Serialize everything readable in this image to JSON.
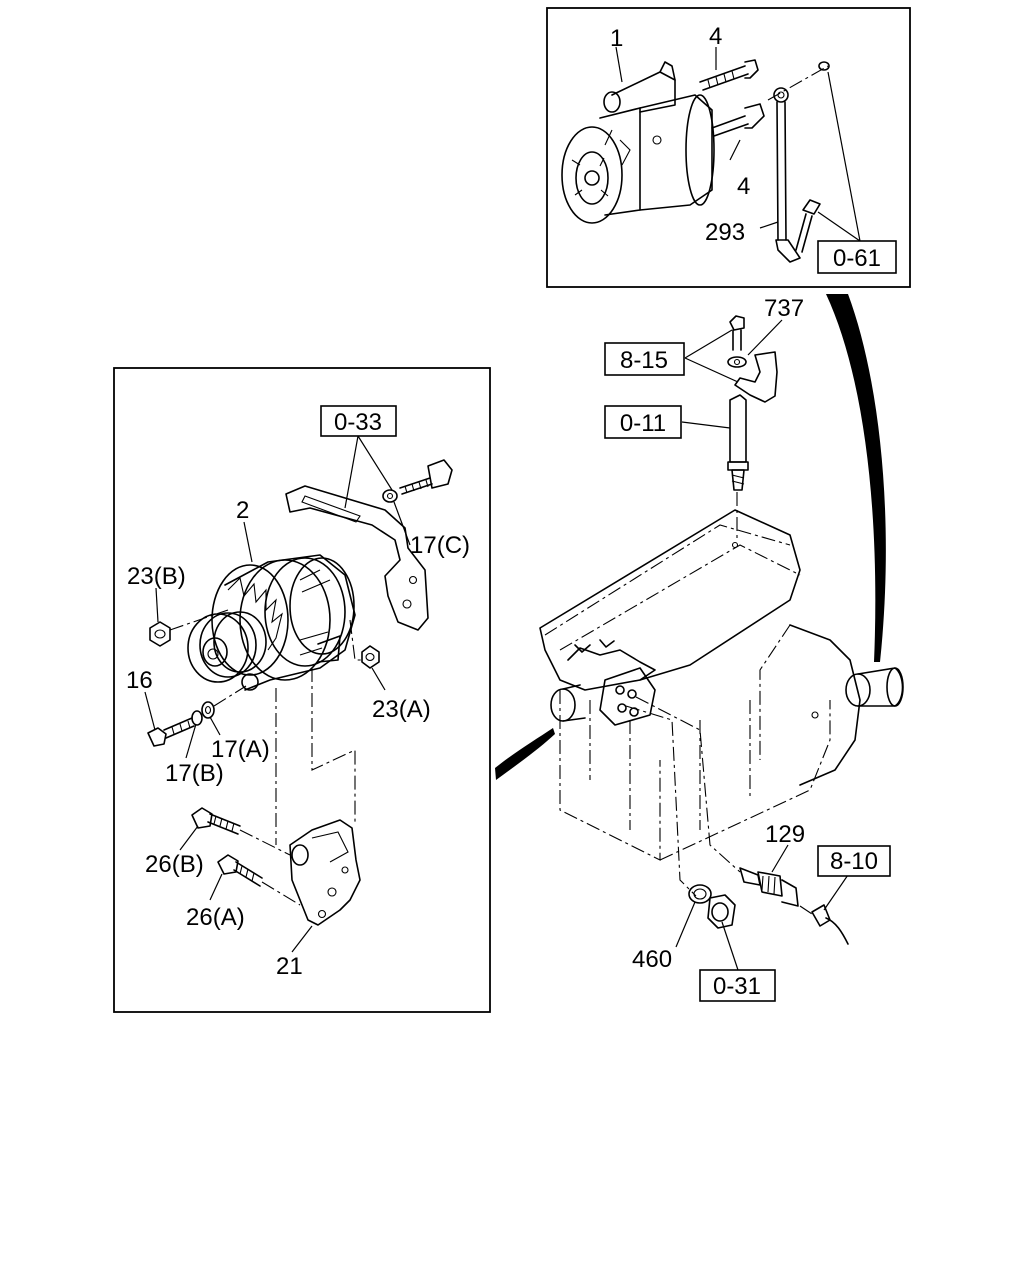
{
  "callouts": {
    "starter_motor": "1",
    "stud_upper": "4",
    "stud_lower": "4",
    "ground_cable": "293",
    "washer_737": "737",
    "alternator": "2",
    "nut_23b": "23(B)",
    "washer_17c": "17(C)",
    "bolt_16": "16",
    "nut_23a": "23(A)",
    "washer_17a": "17(A)",
    "washer_17b": "17(B)",
    "bolt_26b": "26(B)",
    "bolt_26a": "26(A)",
    "bracket_21": "21",
    "sensor_129": "129",
    "gasket_460": "460"
  },
  "reference_boxes": {
    "ref_0_61": "0-61",
    "ref_8_15": "8-15",
    "ref_0_11": "0-11",
    "ref_0_33": "0-33",
    "ref_8_10": "8-10",
    "ref_0_31": "0-31"
  }
}
